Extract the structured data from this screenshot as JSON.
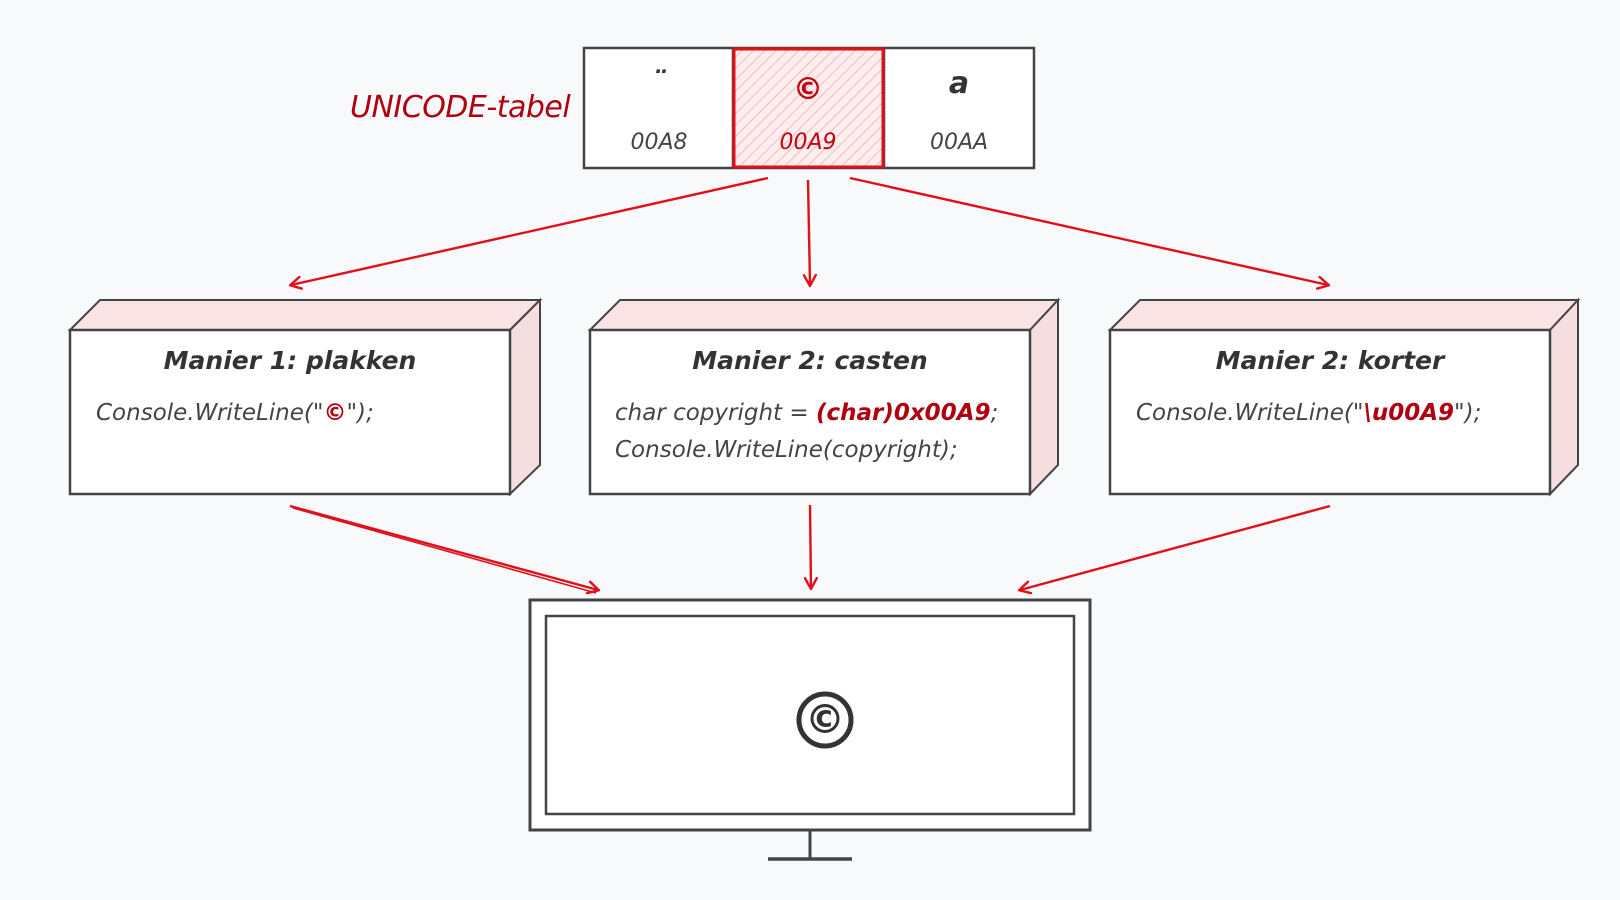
{
  "table": {
    "label": "UNICODE-tabel",
    "cells": [
      {
        "char": "¨",
        "code": "00A8",
        "highlighted": false
      },
      {
        "char": "©",
        "code": "00A9",
        "highlighted": true
      },
      {
        "char": "a",
        "code": "00AA",
        "highlighted": false
      }
    ]
  },
  "methods": [
    {
      "title": "Manier 1: plakken",
      "lines": [
        [
          {
            "t": "Console.WriteLine(\""
          },
          {
            "t": "©",
            "hl": true
          },
          {
            "t": "\");"
          }
        ]
      ]
    },
    {
      "title": "Manier 2: casten",
      "lines": [
        [
          {
            "t": "char copyright = "
          },
          {
            "t": "(char)0x00A9",
            "hl": true
          },
          {
            "t": ";"
          }
        ],
        [
          {
            "t": "Console.WriteLine(copyright);"
          }
        ]
      ]
    },
    {
      "title": "Manier 2: korter",
      "lines": [
        [
          {
            "t": "Console.WriteLine(\""
          },
          {
            "t": "\\u00A9",
            "hl": true
          },
          {
            "t": "\");"
          }
        ]
      ]
    }
  ],
  "monitor": {
    "symbol": "©"
  },
  "colors": {
    "accent": "#e0101b",
    "accent_dark": "#b0000f",
    "box_side": "#f6dde0",
    "ink": "#333333"
  }
}
